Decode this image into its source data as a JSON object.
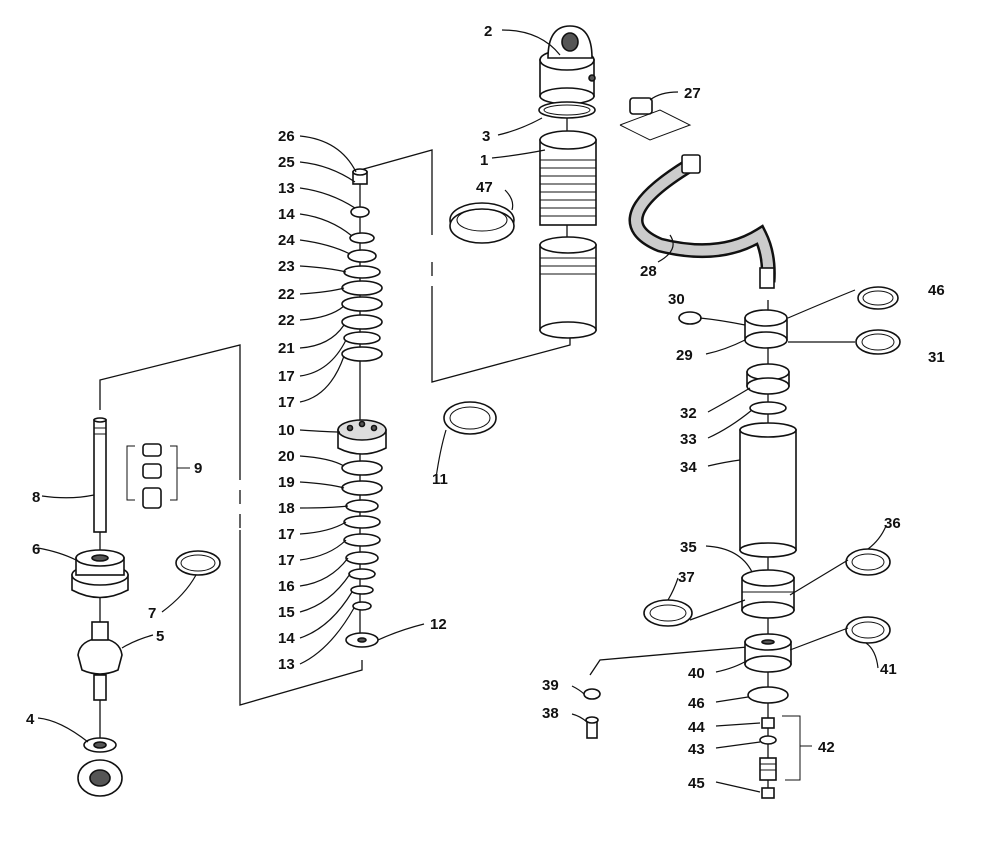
{
  "diagram": {
    "labels": {
      "p1": "1",
      "p2": "2",
      "p3": "3",
      "p4": "4",
      "p5": "5",
      "p6": "6",
      "p7": "7",
      "p8": "8",
      "p9": "9",
      "p10": "10",
      "p11": "11",
      "p12": "12",
      "p13a": "13",
      "p13b": "13",
      "p14a": "14",
      "p14b": "14",
      "p15": "15",
      "p16": "16",
      "p17a": "17",
      "p17b": "17",
      "p17c": "17",
      "p17d": "17",
      "p18": "18",
      "p19": "19",
      "p20": "20",
      "p21": "21",
      "p22a": "22",
      "p22b": "22",
      "p23": "23",
      "p24": "24",
      "p25": "25",
      "p26": "26",
      "p27": "27",
      "p28": "28",
      "p29": "29",
      "p30": "30",
      "p31": "31",
      "p32": "32",
      "p33": "33",
      "p34": "34",
      "p35": "35",
      "p36": "36",
      "p37": "37",
      "p38": "38",
      "p39": "39",
      "p40": "40",
      "p41": "41",
      "p42": "42",
      "p43": "43",
      "p44": "44",
      "p45": "45",
      "p46a": "46",
      "p46b": "46",
      "p47": "47"
    }
  }
}
